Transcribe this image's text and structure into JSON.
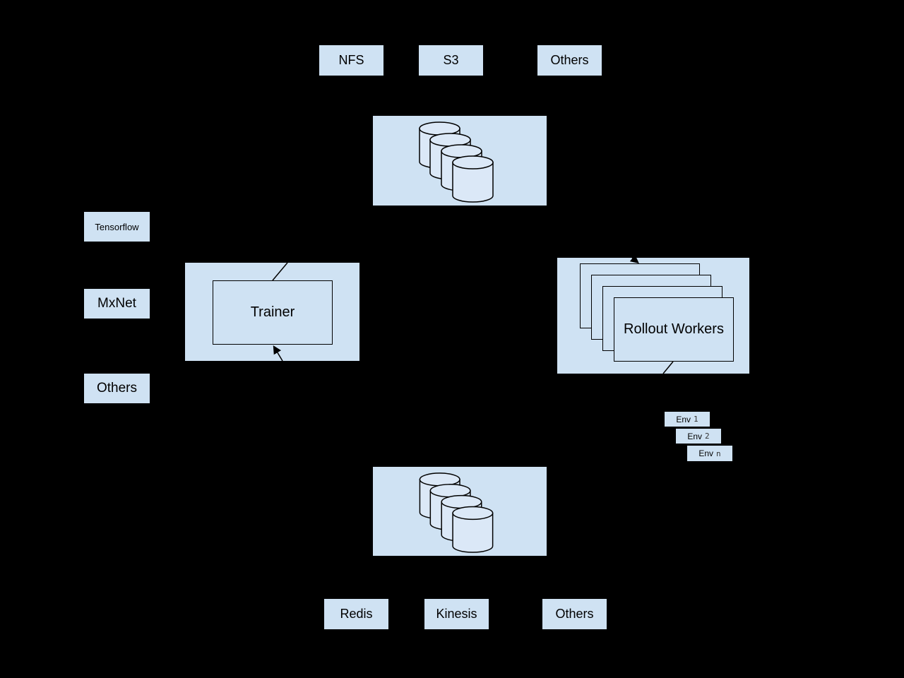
{
  "colors": {
    "background": "#000000",
    "node_fill": "#cfe2f3",
    "cylinder_fill": "#dbe8f7",
    "line_color": "#000000"
  },
  "model_storage_backends": [
    {
      "label": "NFS"
    },
    {
      "label": "S3"
    },
    {
      "label": "Others"
    }
  ],
  "frameworks": [
    {
      "label": "Tensorflow"
    },
    {
      "label": "MxNet"
    },
    {
      "label": "Others"
    }
  ],
  "trainer": {
    "label": "Trainer"
  },
  "rollout_workers": {
    "label": "Rollout Workers"
  },
  "environments": [
    {
      "name": "Env",
      "index": "1"
    },
    {
      "name": "Env",
      "index": "2"
    },
    {
      "name": "Env",
      "index": "n"
    }
  ],
  "data_storage_backends": [
    {
      "label": "Redis"
    },
    {
      "label": "Kinesis"
    },
    {
      "label": "Others"
    }
  ]
}
